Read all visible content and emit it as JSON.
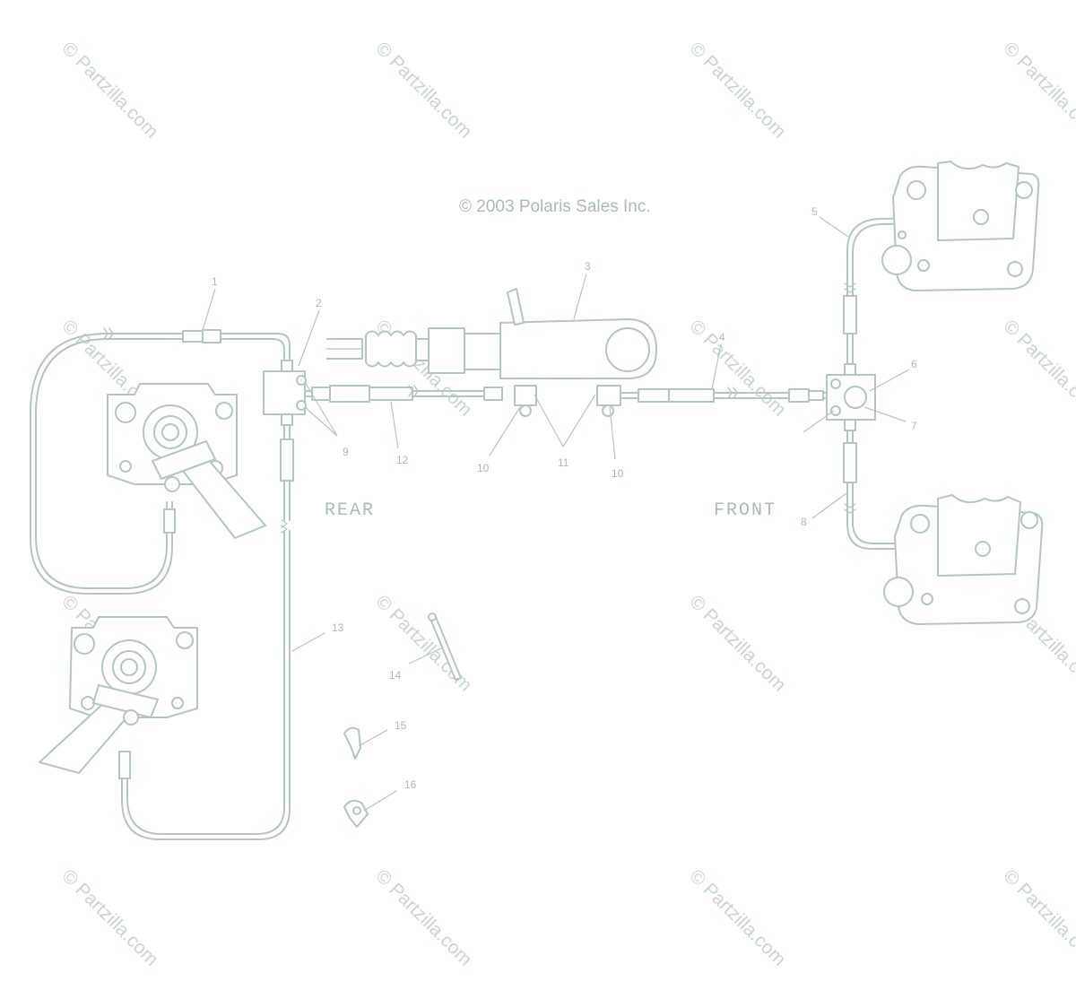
{
  "copyright": "© 2003 Polaris Sales Inc.",
  "watermark": "© Partzilla.com",
  "regions": {
    "rear": "REAR",
    "front": "FRONT"
  },
  "callouts": [
    "1",
    "2",
    "3",
    "4",
    "5",
    "6",
    "7",
    "8",
    "9",
    "10",
    "10",
    "11",
    "12",
    "13",
    "14",
    "15",
    "16"
  ],
  "colors": {
    "line": "#b4c6c0",
    "text": "#a9bcb6",
    "watermark": "#c8d6d2",
    "background": "#ffffff"
  }
}
